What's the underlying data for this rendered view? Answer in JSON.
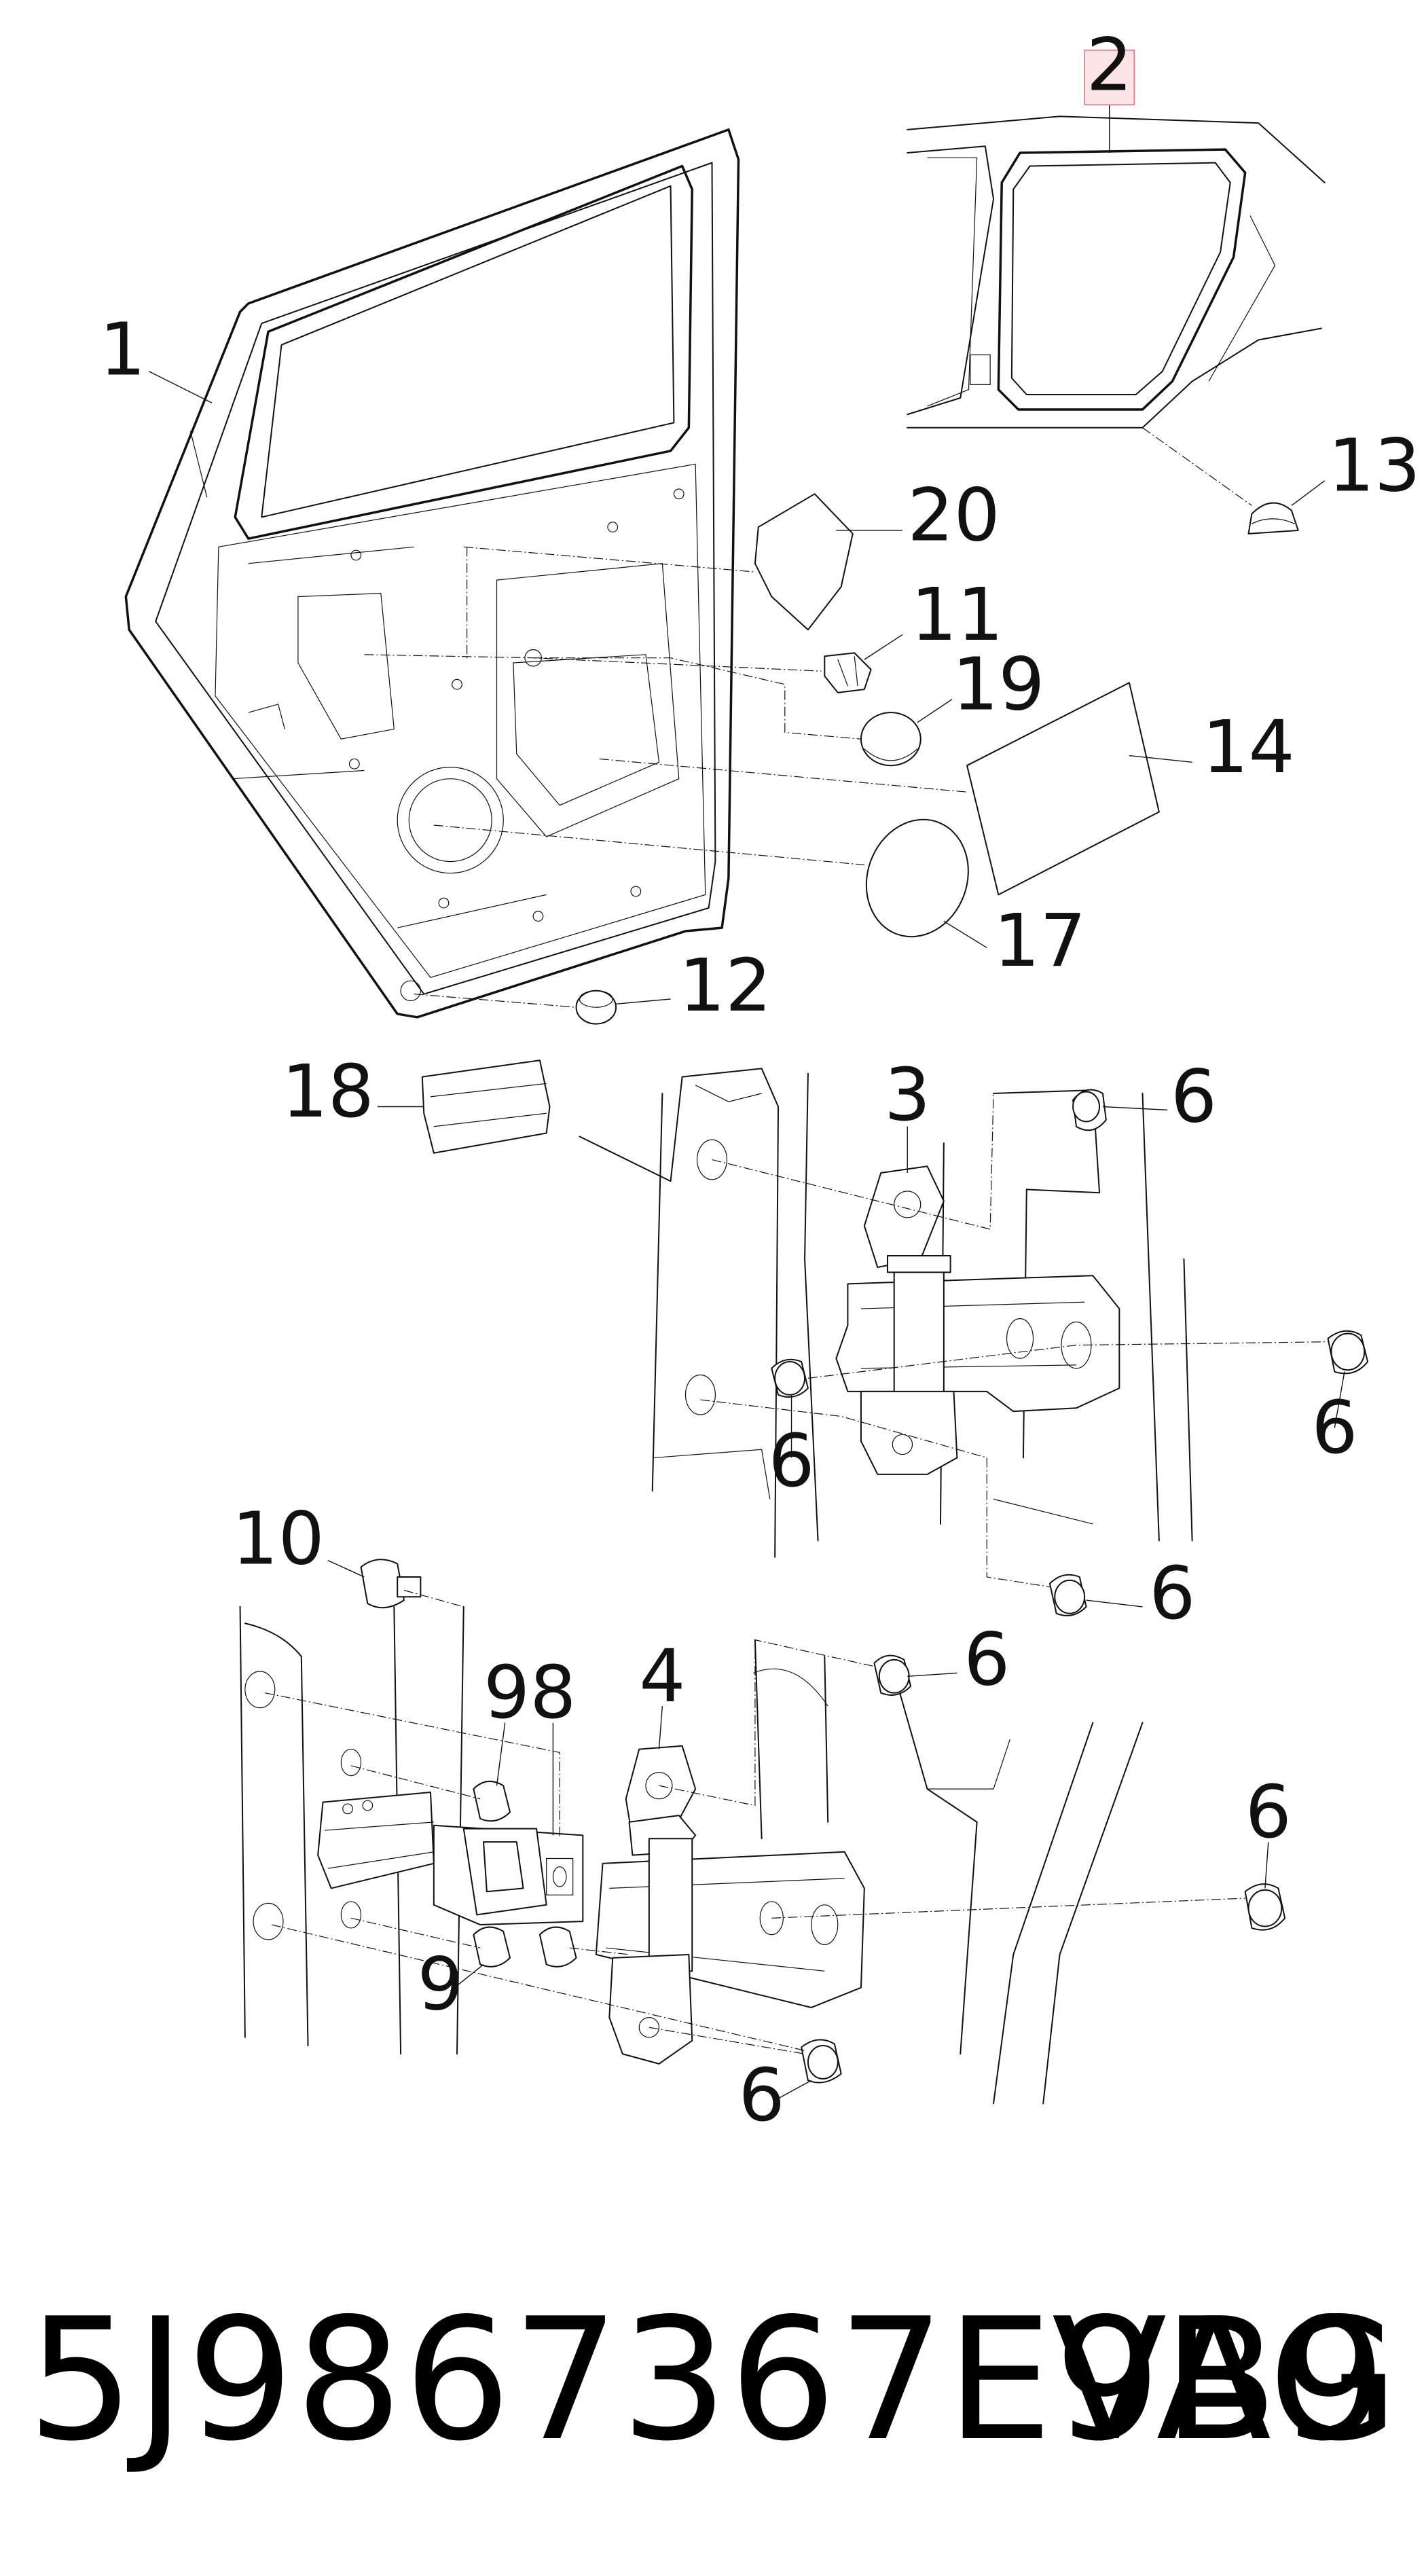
{
  "callouts": {
    "c1": "1",
    "c2": "2",
    "c3": "3",
    "c4": "4",
    "c6a": "6",
    "c6b": "6",
    "c6c": "6",
    "c6d": "6",
    "c6e": "6",
    "c6f": "6",
    "c6g": "6",
    "c8": "8",
    "c9a": "9",
    "c9b": "9",
    "c10": "10",
    "c11": "11",
    "c12": "12",
    "c13": "13",
    "c14": "14",
    "c17": "17",
    "c18": "18",
    "c19": "19",
    "c20": "20"
  },
  "footer": {
    "part_number": "5J9867367E9B9",
    "brand": "VAG"
  },
  "colors": {
    "line": "#111111",
    "highlight_border": "#e07a88",
    "highlight_fill": "#fbe3e6"
  }
}
